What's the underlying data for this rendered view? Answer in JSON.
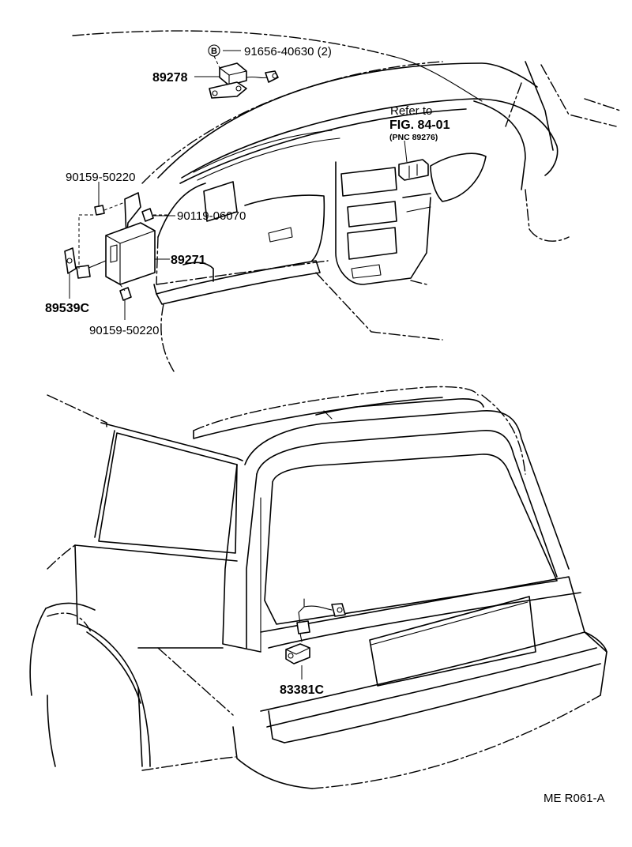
{
  "labels": {
    "bolt_91656": "91656-40630 (2)",
    "bolt_marker": "B",
    "part_89278": "89278",
    "refer_line1": "Refer to",
    "refer_line2": "FIG. 84-01",
    "refer_line3": "(PNC 89276)",
    "bolt_90159_top": "90159-50220",
    "screw_90119": "90119-06070",
    "part_89271": "89271",
    "part_89539c": "89539C",
    "bolt_90159_bottom": "90159-50220",
    "part_83381c": "83381C",
    "figure_code": "ME  R061-A"
  }
}
